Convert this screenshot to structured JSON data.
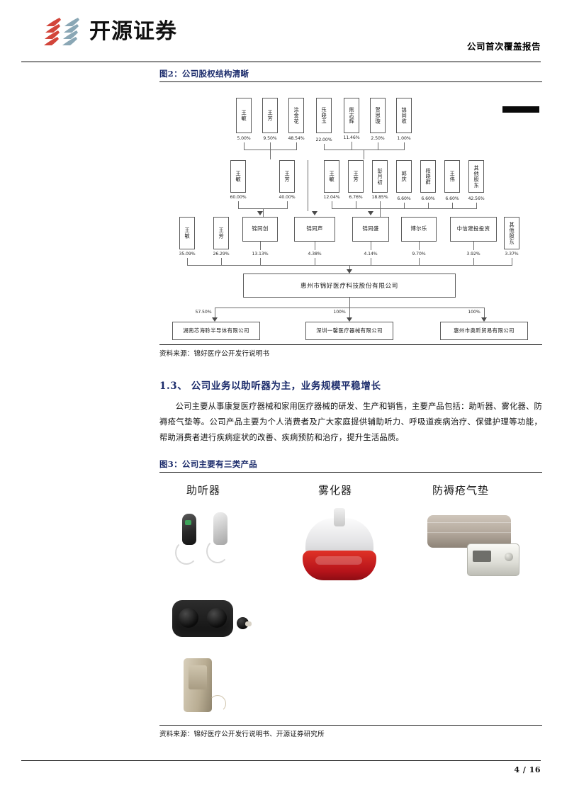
{
  "header": {
    "logo_text": "开源证券",
    "logo_icon": "kaiyuan-flame-logo",
    "report_type": "公司首次覆盖报告"
  },
  "figure2": {
    "caption": "图2：公司股权结构清晰",
    "source": "资料来源：锦好医疗公开发行说明书",
    "chart": {
      "row1": [
        {
          "name": "王敏",
          "pct": "5.00%"
        },
        {
          "name": "王芳",
          "pct": "9.50%"
        },
        {
          "name": "涂金花",
          "pct": "48.54%"
        },
        {
          "name": "乐晓玉",
          "pct": "22.00%"
        },
        {
          "name": "熊志辉",
          "pct": "11.46%"
        },
        {
          "name": "贺思璇",
          "pct": "2.50%"
        },
        {
          "name": "锦同收",
          "pct": "1.00%"
        }
      ],
      "row2_left": [
        {
          "name": "王敏",
          "pct": "60.00%"
        },
        {
          "name": "王芳",
          "pct": "40.00%"
        }
      ],
      "row2_right": [
        {
          "name": "王敏",
          "pct": "12.04%"
        },
        {
          "name": "王芳",
          "pct": "6.76%"
        },
        {
          "name": "彭月初",
          "pct": "18.85%"
        },
        {
          "name": "郭庆",
          "pct": "6.60%"
        },
        {
          "name": "段晓群",
          "pct": "6.60%"
        },
        {
          "name": "王伟",
          "pct": "6.60%"
        },
        {
          "name": "其他股东",
          "pct": "42.56%"
        }
      ],
      "row3": [
        {
          "name": "王敏",
          "pct": "35.09%"
        },
        {
          "name": "王芳",
          "pct": "26.29%"
        },
        {
          "name": "锦同创",
          "pct": "13.13%"
        },
        {
          "name": "锦同声",
          "pct": "4.38%"
        },
        {
          "name": "锦同盛",
          "pct": "4.14%"
        },
        {
          "name": "博尔乐",
          "pct": "9.70%"
        },
        {
          "name": "中信建投投资",
          "pct": "3.92%"
        },
        {
          "name": "其他股东",
          "pct": "3.37%"
        }
      ],
      "main_company": "惠州市锦好医疗科技股份有限公司",
      "subsidiaries": [
        {
          "name": "湖南芯海聆半导体有限公司",
          "pct": "57.50%"
        },
        {
          "name": "深圳一馨医疗器械有限公司",
          "pct": "100%"
        },
        {
          "name": "惠州市奥昕贸易有限公司",
          "pct": "100%"
        }
      ]
    }
  },
  "section": {
    "heading": "1.3、 公司业务以助听器为主，业务规模平稳增长",
    "paragraph": "公司主要从事康复医疗器械和家用医疗器械的研发、生产和销售，主要产品包括：助听器、雾化器、防褥疮气垫等。公司产品主要为个人消费者及广大家庭提供辅助听力、呼吸道疾病治疗、保健护理等功能，帮助消费者进行疾病症状的改善、疾病预防和治疗，提升生活品质。"
  },
  "figure3": {
    "caption": "图3：公司主要有三类产品",
    "source": "资料来源：锦好医疗公开发行说明书、开源证券研究所",
    "products": [
      {
        "label": "助听器"
      },
      {
        "label": "雾化器"
      },
      {
        "label": "防褥疮气垫"
      }
    ]
  },
  "footer": {
    "page": "4 / 16"
  }
}
